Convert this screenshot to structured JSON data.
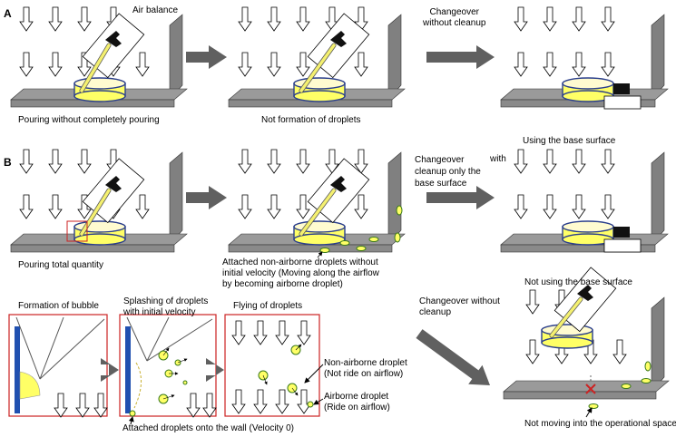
{
  "sections": {
    "a": "A",
    "b": "B"
  },
  "row_a": {
    "air_balance": "Air balance",
    "pouring_partial": "Pouring without completely pouring",
    "no_droplets": "Not formation of droplets",
    "changeover_no_cleanup": "Changeover\nwithout cleanup"
  },
  "row_b": {
    "pouring_total": "Pouring total quantity",
    "attached_droplets": "Attached non-airborne droplets without\ninitial velocity (Moving along the airflow\nby becoming airborne droplet)",
    "changeover_cleanup_base": "Changeover\ncleanup only the\nbase surface",
    "changeover_with": "with",
    "using_base_surface": "Using the base surface"
  },
  "bottom": {
    "formation_bubble": "Formation of bubble",
    "splashing": "Splashing of droplets\nwith initial velocity",
    "flying": "Flying of droplets",
    "non_airborne": "Non-airborne droplet\n(Not ride on airflow)",
    "airborne": "Airborne droplet\n(Ride on airflow)",
    "attached_wall": "Attached droplets onto the wall (Velocity 0)",
    "changeover_no_cleanup": "Changeover without\ncleanup",
    "not_using_base": "Not using the base surface",
    "not_moving": "Not moving into the operational space"
  },
  "colors": {
    "liquid": "#ffff66",
    "dish_outline": "#2b3f8c",
    "wall": "#808080",
    "arrow": "#606060",
    "frame": "#cc2222",
    "droplet_outline": "#3a7a1a",
    "cross": "#cc2222",
    "wall_bar": "#2050b0"
  }
}
